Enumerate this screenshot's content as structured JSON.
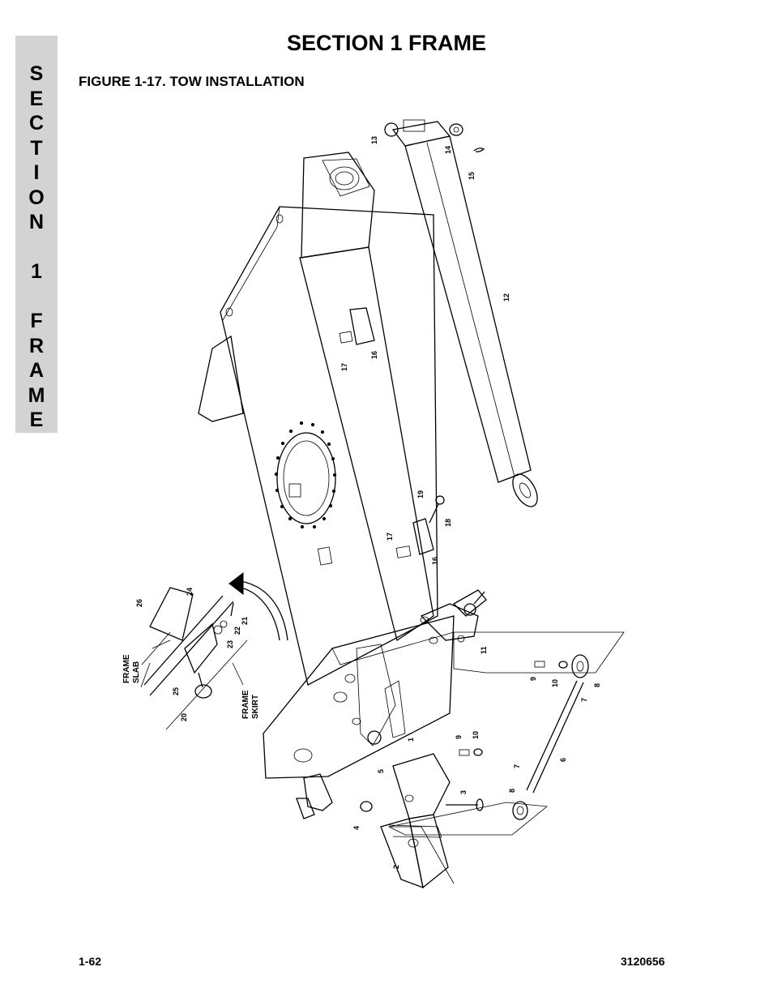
{
  "header": {
    "title": "SECTION 1  FRAME",
    "figure_caption": "FIGURE 1-17.  TOW INSTALLATION"
  },
  "side_tab": {
    "letters": [
      "S",
      "E",
      "C",
      "T",
      "I",
      "O",
      "N",
      " ",
      "1",
      " ",
      "F",
      "R",
      "A",
      "M",
      "E"
    ]
  },
  "figure": {
    "callouts": {
      "c1": "1",
      "c2": "2",
      "c3": "3",
      "c4": "4",
      "c5": "5",
      "c6": "6",
      "c7a": "7",
      "c7b": "7",
      "c8a": "8",
      "c8b": "8",
      "c9a": "9",
      "c9b": "9",
      "c10a": "10",
      "c10b": "10",
      "c11": "11",
      "c12": "12",
      "c13": "13",
      "c14": "14",
      "c15": "15",
      "c16a": "16",
      "c16b": "16",
      "c17a": "17",
      "c17b": "17",
      "c18": "18",
      "c19": "19",
      "c20": "20",
      "c21": "21",
      "c22": "22",
      "c23": "23",
      "c24": "24",
      "c25": "25",
      "c26": "26"
    },
    "labels": {
      "frame_slab_1": "FRAME",
      "frame_slab_2": "SLAB",
      "frame_skirt_1": "FRAME",
      "frame_skirt_2": "SKIRT"
    }
  },
  "footer": {
    "page_number": "1-62",
    "doc_number": "3120656"
  }
}
